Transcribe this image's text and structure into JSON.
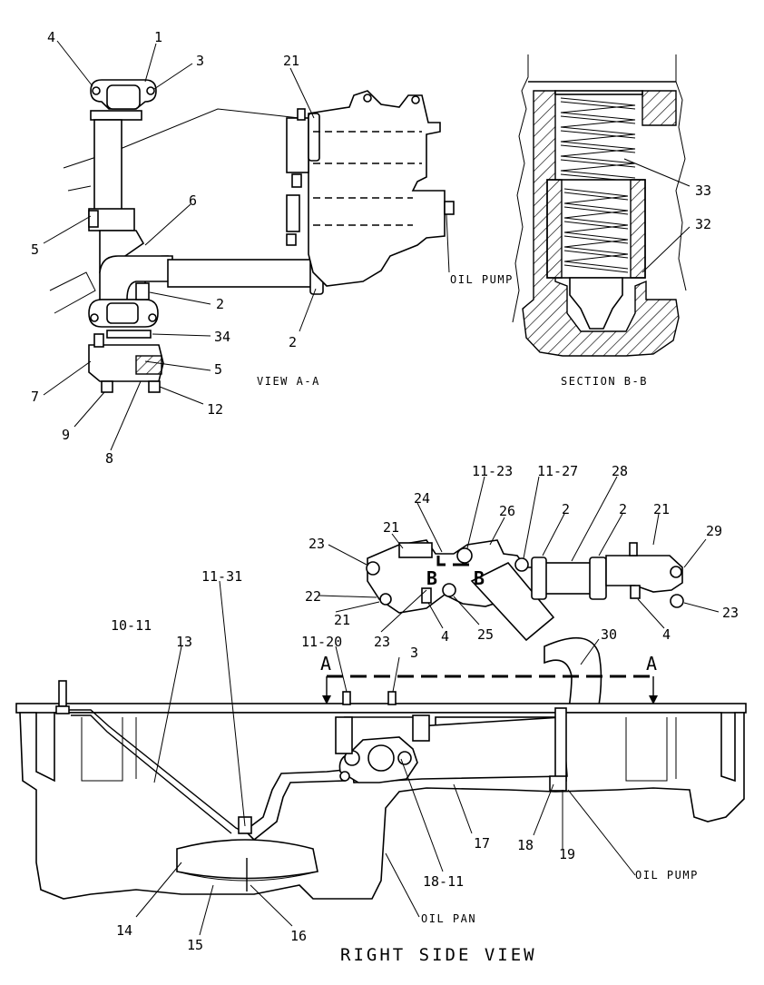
{
  "views": {
    "view_aa": "VIEW A-A",
    "section_bb": "SECTION B-B",
    "right_side": "RIGHT SIDE VIEW"
  },
  "labels": {
    "oil_pump_top": "OIL PUMP",
    "oil_pump_bottom": "OIL PUMP",
    "oil_pan": "OIL PAN"
  },
  "section_markers": {
    "a_left": "A",
    "a_right": "A",
    "b_left": "B",
    "b_right": "B"
  },
  "callouts": {
    "view_aa": [
      "4",
      "1",
      "3",
      "21",
      "6",
      "5",
      "2",
      "2",
      "34",
      "5",
      "7",
      "12",
      "9",
      "8"
    ],
    "section_bb": [
      "33",
      "32"
    ],
    "right_side": [
      "11-23",
      "11-27",
      "28",
      "24",
      "26",
      "2",
      "2",
      "21",
      "29",
      "21",
      "23",
      "22",
      "21",
      "23",
      "4",
      "25",
      "4",
      "23",
      "11-31",
      "10-11",
      "13",
      "11-20",
      "3",
      "30",
      "17",
      "18",
      "19",
      "18-11",
      "14",
      "15",
      "16"
    ]
  }
}
